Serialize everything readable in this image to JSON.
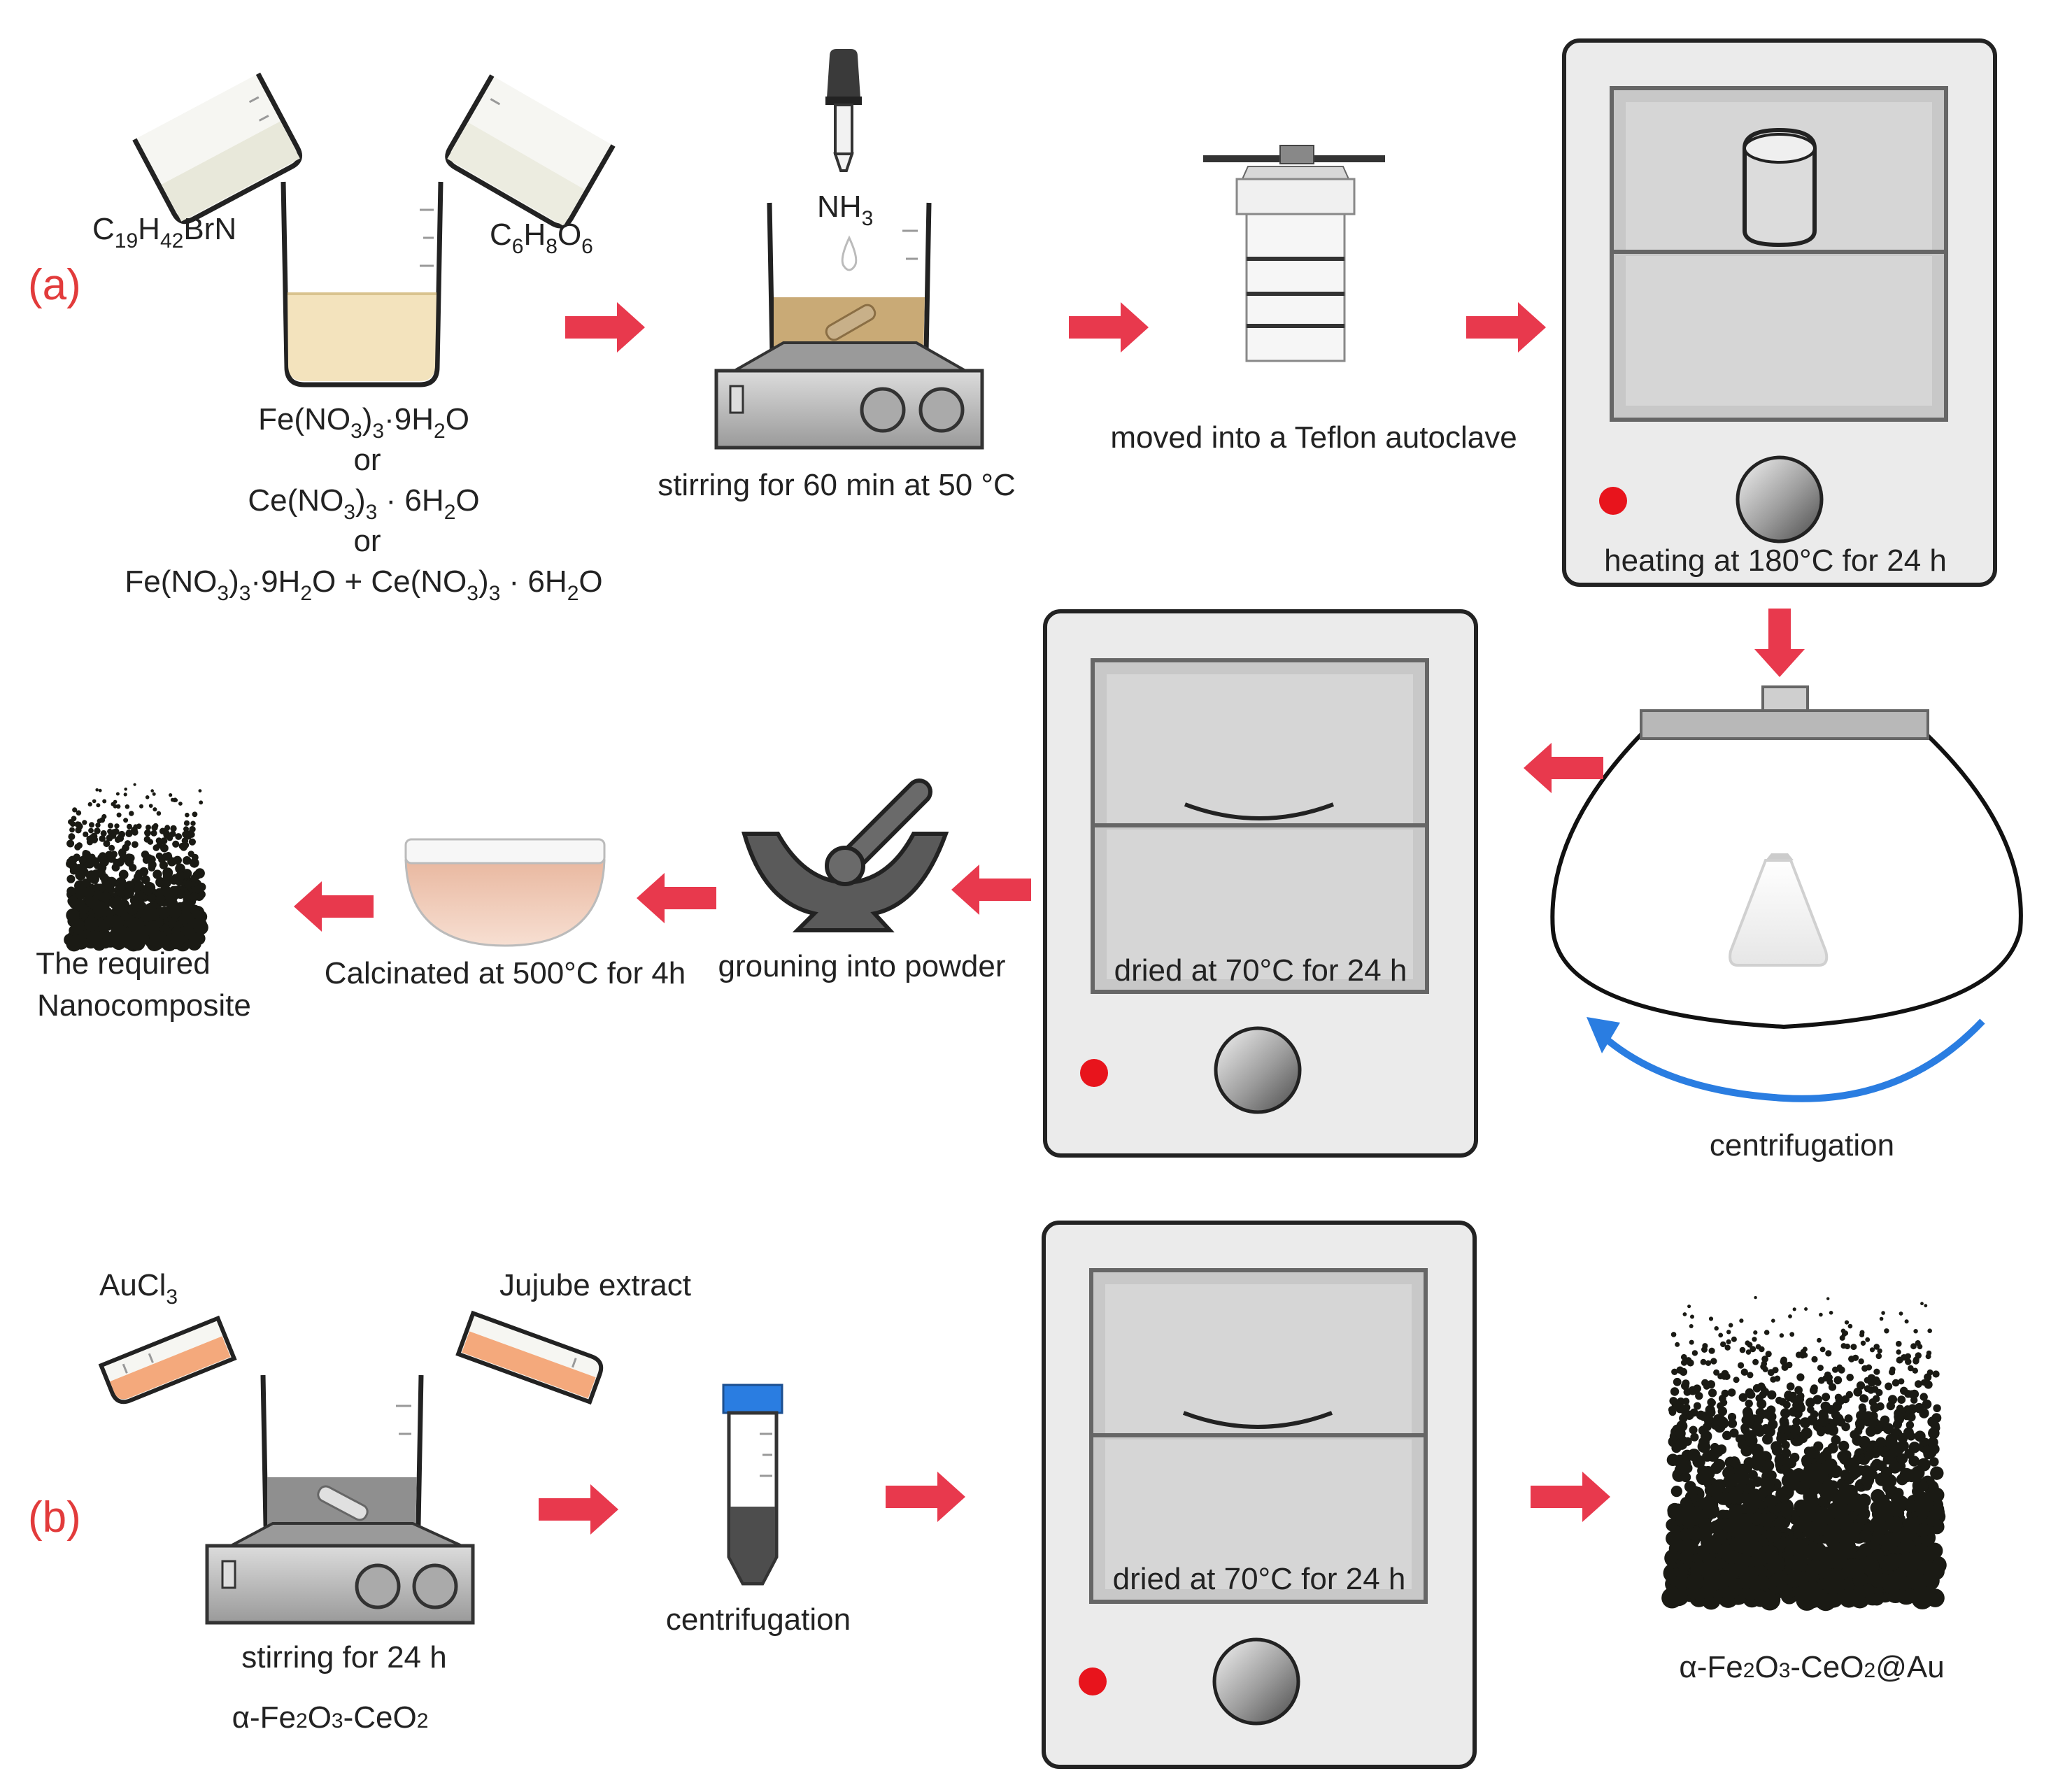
{
  "colors": {
    "arrow": "#e8394d",
    "panel_label": "#e23b3b",
    "spin_arrow": "#2a7de1",
    "particle": "#1a1a14",
    "indicator": "#e8141c"
  },
  "panel_a": {
    "label": "(a)",
    "reagent_left": {
      "base": "C",
      "sub1": "19",
      "mid": "H",
      "sub2": "42",
      "tail": "BrN"
    },
    "reagent_right": {
      "base": "C",
      "sub1": "6",
      "mid": "H",
      "sub2": "8",
      "tail": "O",
      "sub3": "6"
    },
    "salt_options": {
      "fe": {
        "p1": "Fe(NO",
        "s1": "3",
        "p2": ")",
        "s2": "3",
        "p3": "·9H",
        "s3": "2",
        "p4": "O"
      },
      "or1": "or",
      "ce": {
        "p1": "Ce(NO",
        "s1": "3",
        "p2": ")",
        "s2": "3",
        "p3": " · 6H",
        "s3": "2",
        "p4": "O"
      },
      "or2": "or",
      "mix": {
        "p1": "Fe(NO",
        "s1": "3",
        "p2": ")",
        "s2": "3",
        "p3": "·9H",
        "s3": "2",
        "p4": "O + Ce(NO",
        "s4": "3",
        "p5": ")",
        "s5": "3",
        "p6": " · 6H",
        "s6": "2",
        "p7": "O"
      }
    },
    "dropper_reagent": {
      "base": "NH",
      "sub": "3"
    },
    "steps": {
      "stirring": "stirring for 60 min at 50 °C",
      "autoclave": "moved into a Teflon autoclave",
      "heating": "heating at 180°C for 24 h",
      "centrifugation": "centrifugation",
      "drying": "dried at 70°C for 24 h",
      "grinding": "grouning into powder",
      "calcination": "Calcinated at 500°C for 4h",
      "product_line1": "The required",
      "product_line2": "Nanocomposite"
    }
  },
  "panel_b": {
    "label": "(b)",
    "reagent_left": {
      "base": "AuCl",
      "sub": "3"
    },
    "reagent_right": "Jujube extract",
    "steps": {
      "stirring": "stirring for 24 h",
      "support": {
        "p1": "α-Fe",
        "s1": "2",
        "p2": "O",
        "s2": "3",
        "p3": "-CeO",
        "s3": "2"
      },
      "centrifugation": "centrifugation",
      "drying": "dried at 70°C for 24 h",
      "product": {
        "p1": "α-Fe",
        "s1": "2",
        "p2": "O",
        "s2": "3",
        "p3": "-CeO",
        "s3": "2",
        "p4": "@Au"
      }
    }
  }
}
